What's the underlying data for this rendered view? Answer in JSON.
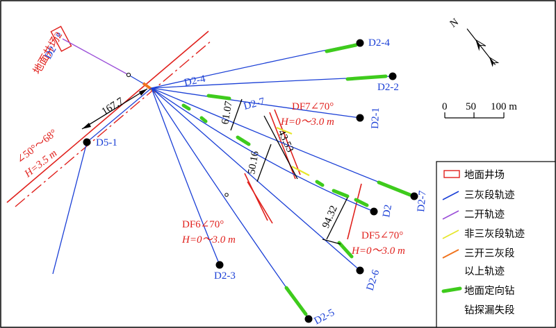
{
  "surface_site": {
    "label": "地面井场2",
    "well": "D2"
  },
  "wells": {
    "d2_4_end": "D2-4",
    "d2_4_mid": "D2-4",
    "d2_2": "D2-2",
    "d2_1": "D2-1",
    "d2_7_top": "D2-7",
    "d2_7": "D2-7",
    "d2": "D2",
    "d2_6": "D2-6",
    "d2_5": "D2-5",
    "d2_3": "D2-3",
    "d5_1": "D5-1"
  },
  "dimensions": {
    "d1": "167.7",
    "d2": "61.07",
    "d3": "43.53",
    "d4": "50.16",
    "d5": "94.32"
  },
  "faults": {
    "df7_name": "DF7∠70°",
    "df7_h": "H=0～3.0 m",
    "df6_name": "DF6∠70°",
    "df6_h": "H=0～3.0 m",
    "df5_name": "DF5∠70°",
    "df5_h": "H=0～3.0 m",
    "big_angle": "∠50°～68°",
    "big_h": "H=3.5 m"
  },
  "north": {
    "label": "N"
  },
  "scale": {
    "t0": "0",
    "t1": "50",
    "t2": "100 m"
  },
  "legend": {
    "items": [
      {
        "label": "地面井场"
      },
      {
        "label": "三灰段轨迹"
      },
      {
        "label": "二开轨迹"
      },
      {
        "label": "非三灰段轨迹"
      },
      {
        "label": "三开三灰段"
      },
      {
        "label": "以上轨迹"
      },
      {
        "label": "地面定向钻"
      },
      {
        "label": "钻探漏失段"
      }
    ]
  },
  "colors": {
    "blue": "#1a3fd6",
    "red": "#e0201c",
    "purple": "#9b4fd8",
    "yellow": "#e6e62a",
    "orange": "#f0741e",
    "green": "#3ecb1c"
  }
}
